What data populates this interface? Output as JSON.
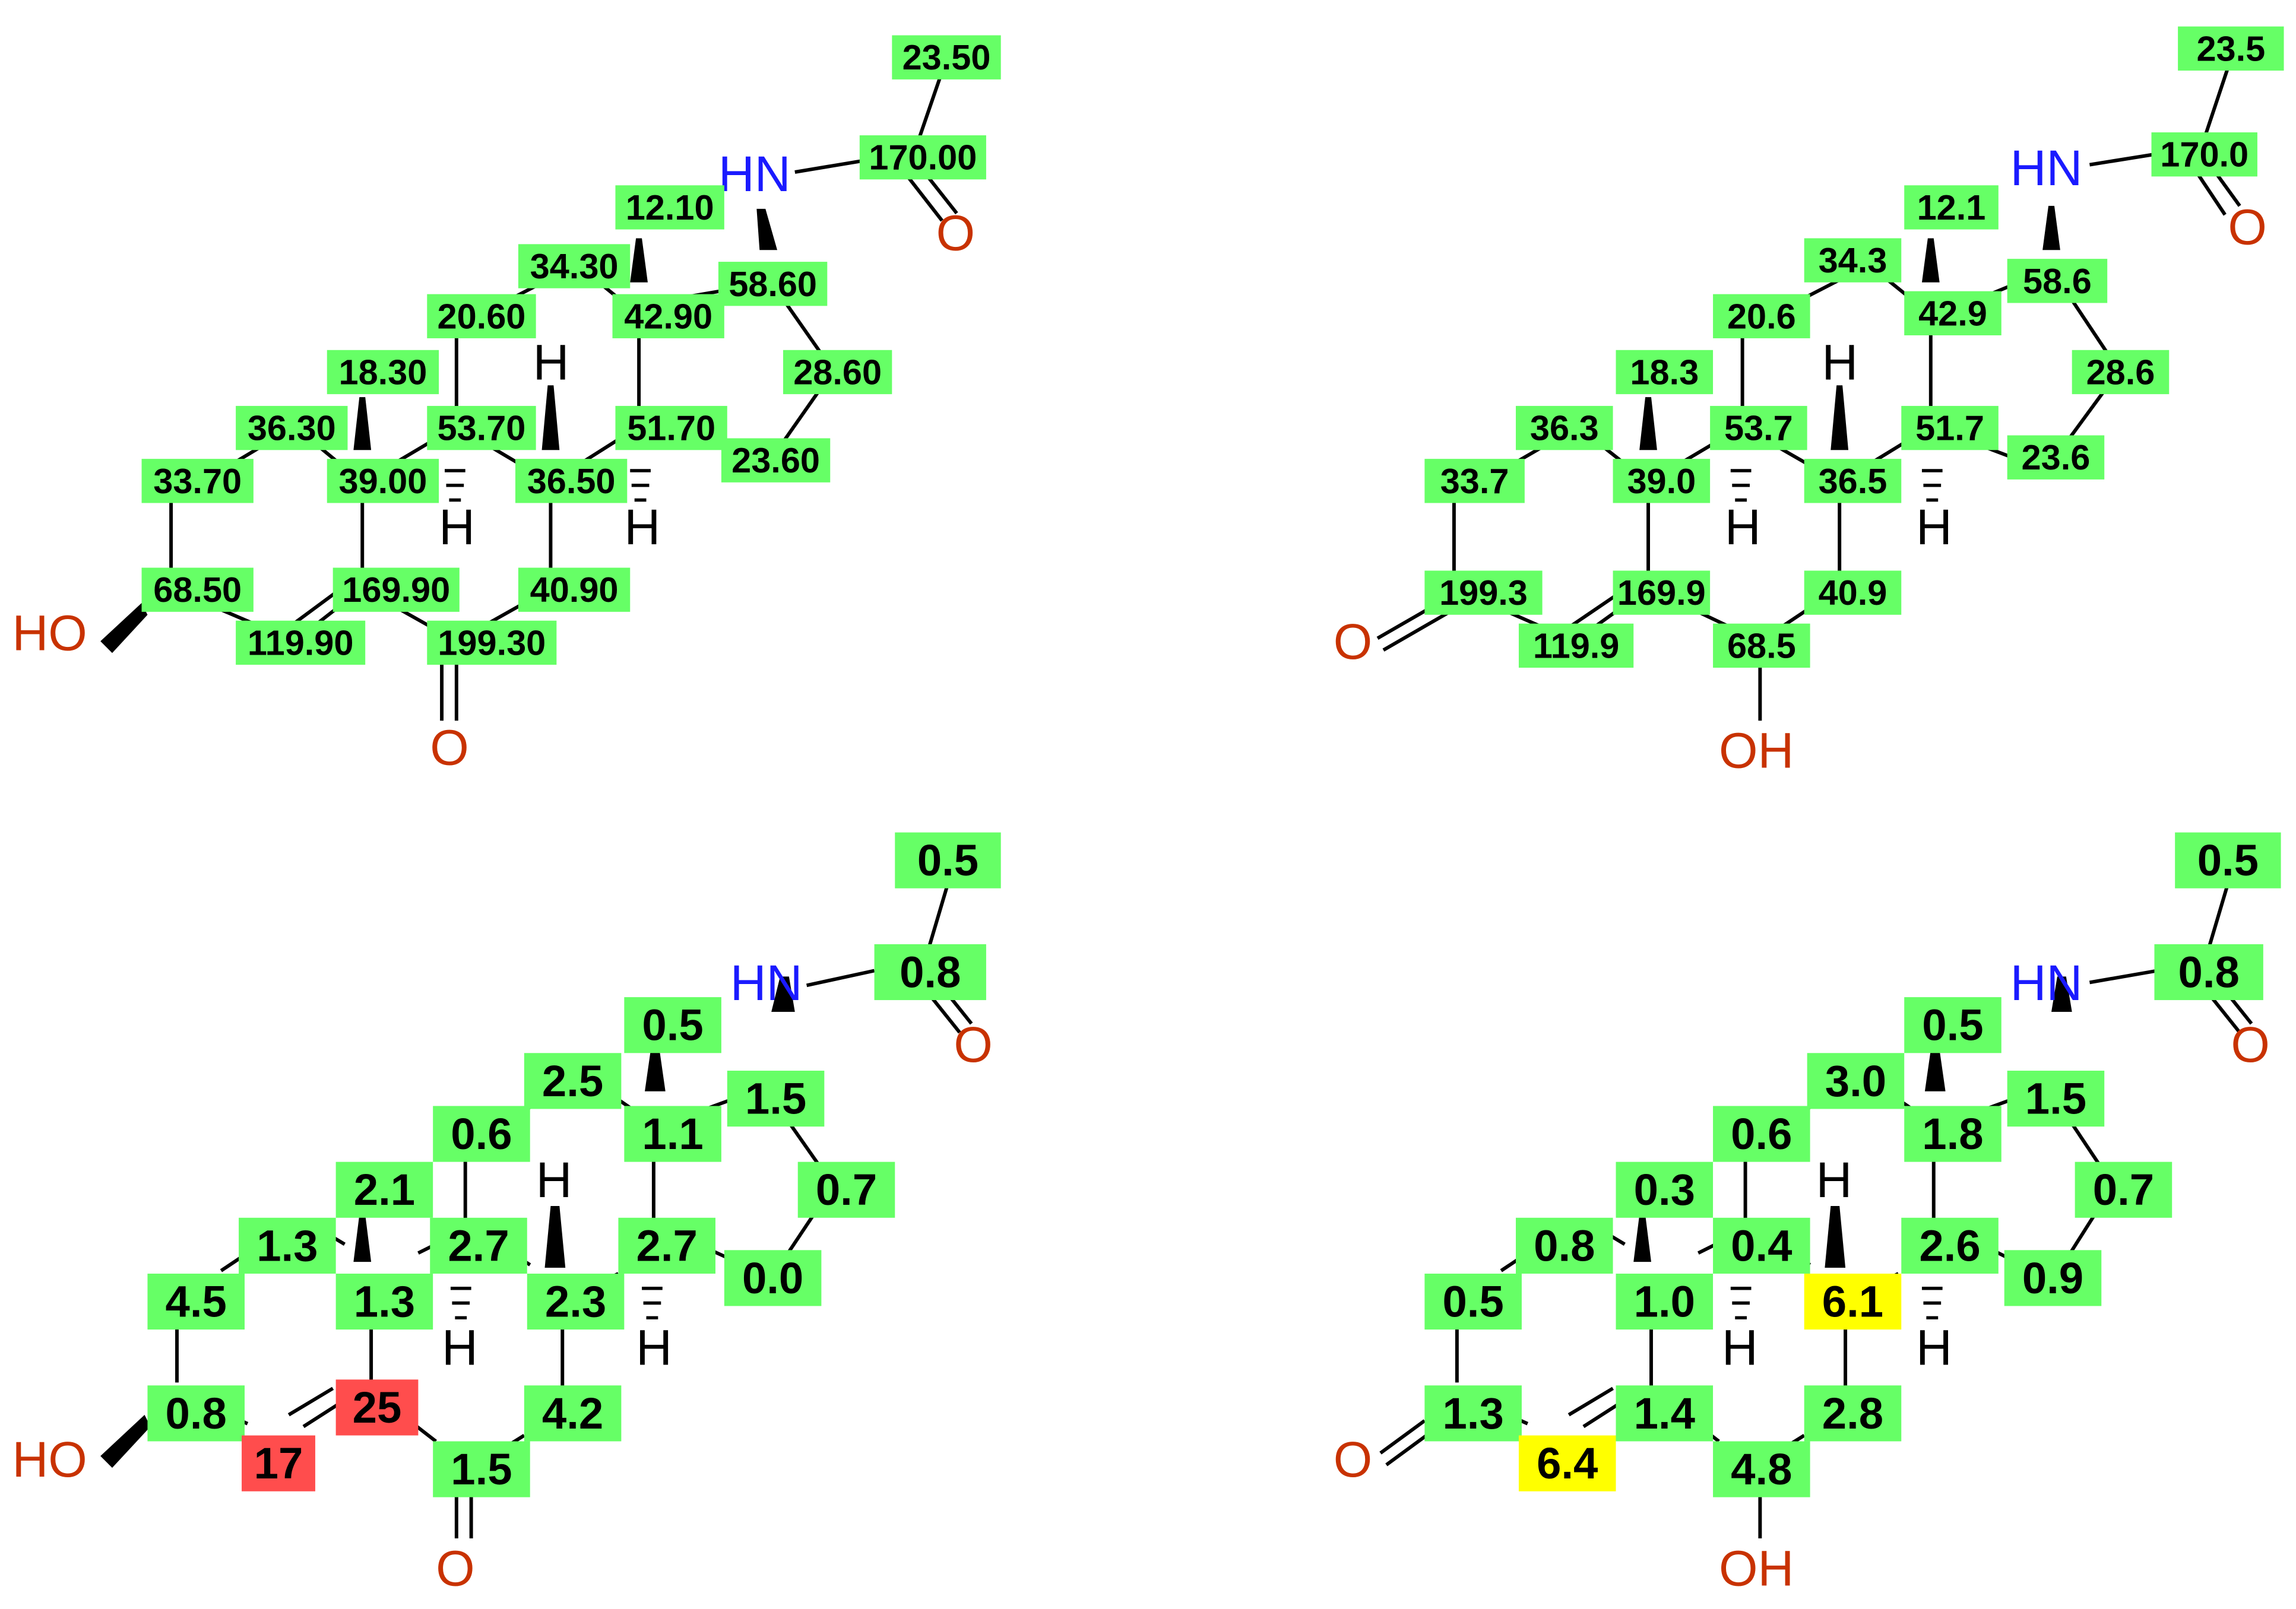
{
  "colors": {
    "good": "#66ff66",
    "warning": "#ffff00",
    "error": "#ff4d4d",
    "oxygen": "#c83200",
    "nitrogen": "#1a1aff",
    "bond": "#000000"
  },
  "panels": [
    {
      "labels": {
        "C1": "23.50",
        "C2": "170.00",
        "C3": "12.10",
        "C4": "34.30",
        "C5": "58.60",
        "C6": "42.90",
        "C7": "20.60",
        "C8": "28.60",
        "C9": "18.30",
        "C10": "36.30",
        "C11": "53.70",
        "C12": "51.70",
        "C13": "33.70",
        "C14": "39.00",
        "C15": "36.50",
        "C16": "23.60",
        "C17": "68.50",
        "C18": "169.90",
        "C19": "40.90",
        "C20": "119.90",
        "C21": "199.30"
      },
      "status": {},
      "atoms": {
        "oxygen_keto": "O",
        "oxygen_hydroxyl": "HO",
        "nitrogen": "HN",
        "oxygen_amide": "O",
        "h_top": "H",
        "h_mid1": "H",
        "h_mid2": "H"
      }
    },
    {
      "labels": {
        "C1": "23.5",
        "C2": "170.0",
        "C3": "12.1",
        "C4": "34.3",
        "C5": "58.6",
        "C6": "42.9",
        "C7": "20.6",
        "C8": "28.6",
        "C9": "18.3",
        "C10": "36.3",
        "C11": "53.7",
        "C12": "51.7",
        "C13": "33.7",
        "C14": "39.0",
        "C15": "36.5",
        "C16": "23.6",
        "C17": "199.3",
        "C18": "169.9",
        "C19": "40.9",
        "C20": "119.9",
        "C21": "68.5"
      },
      "status": {},
      "atoms": {
        "oxygen_keto": "O",
        "oxygen_hydroxyl": "OH",
        "nitrogen": "HN",
        "oxygen_amide": "O",
        "h_top": "H",
        "h_mid1": "H",
        "h_mid2": "H"
      }
    },
    {
      "labels": {
        "C1": "0.5",
        "C2": "0.8",
        "C3": "0.5",
        "C4": "2.5",
        "C5": "1.5",
        "C6": "1.1",
        "C7": "0.6",
        "C8": "0.7",
        "C9": "2.1",
        "C10": "1.3",
        "C11": "2.7",
        "C12": "2.7",
        "C13": "4.5",
        "C14": "1.3",
        "C15": "2.3",
        "C16": "0.0",
        "C17": "0.8",
        "C18": "25",
        "C19": "4.2",
        "C20": "17",
        "C21": "1.5"
      },
      "status": {
        "C18": "error",
        "C20": "error"
      },
      "atoms": {
        "oxygen_keto": "O",
        "oxygen_hydroxyl": "HO",
        "nitrogen": "HN",
        "oxygen_amide": "O",
        "h_top": "H",
        "h_mid1": "H",
        "h_mid2": "H"
      }
    },
    {
      "labels": {
        "C1": "0.5",
        "C2": "0.8",
        "C3": "0.5",
        "C4": "3.0",
        "C5": "1.5",
        "C6": "1.8",
        "C7": "0.6",
        "C8": "0.7",
        "C9": "0.3",
        "C10": "0.8",
        "C11": "0.4",
        "C12": "2.6",
        "C13": "0.5",
        "C14": "1.0",
        "C15": "6.1",
        "C16": "0.9",
        "C17": "1.3",
        "C18": "1.4",
        "C19": "2.8",
        "C20": "6.4",
        "C21": "4.8"
      },
      "status": {
        "C15": "warning",
        "C20": "warning"
      },
      "atoms": {
        "oxygen_keto": "O",
        "oxygen_hydroxyl": "OH",
        "nitrogen": "HN",
        "oxygen_amide": "O",
        "h_top": "H",
        "h_mid1": "H",
        "h_mid2": "H"
      }
    }
  ]
}
